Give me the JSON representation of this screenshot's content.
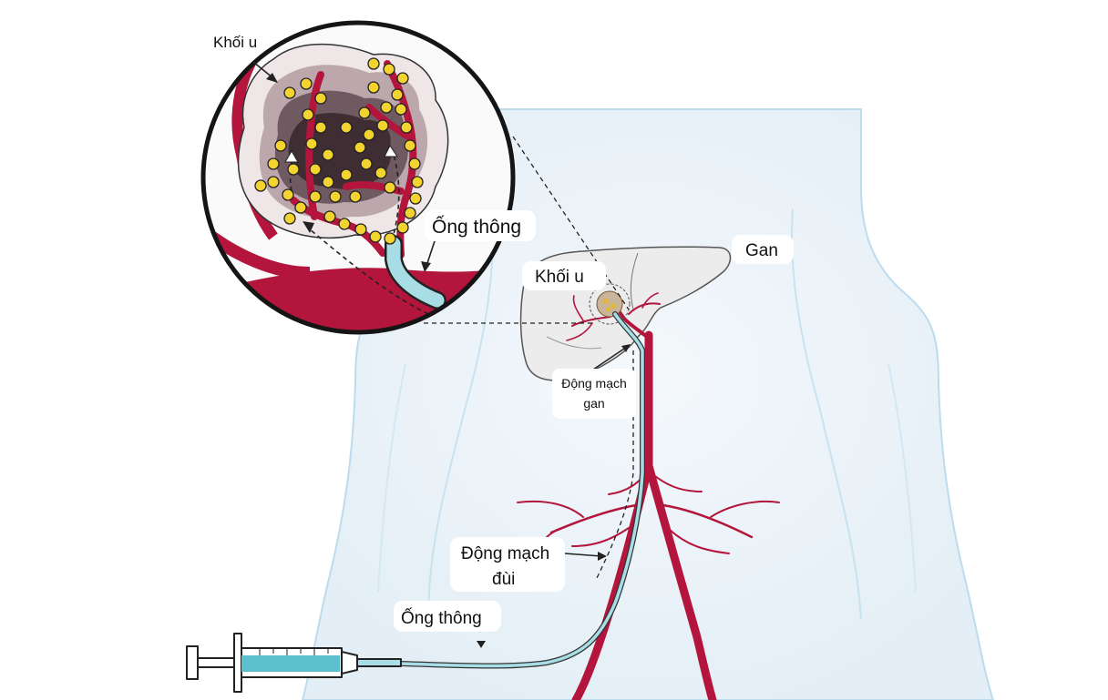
{
  "labels": {
    "tumor_zoom": "Khối u",
    "catheter_zoom": "Ống thông",
    "liver": "Gan",
    "tumor_body": "Khối u",
    "hepatic_artery_line1": "Động mạch",
    "hepatic_artery_line2": "gan",
    "femoral_artery_line1": "Động mạch",
    "femoral_artery_line2": "đùi",
    "catheter_body": "Ống thông"
  },
  "colors": {
    "artery": "#b3153c",
    "artery_dark": "#8f0f2f",
    "body_outline": "#b9dcee",
    "body_fill": "#eef5fa",
    "liver_fill": "#ececec",
    "liver_outline": "#555555",
    "catheter": "#a9dde6",
    "bead": "#f2d330",
    "tumor_core": "#3e2d33"
  }
}
